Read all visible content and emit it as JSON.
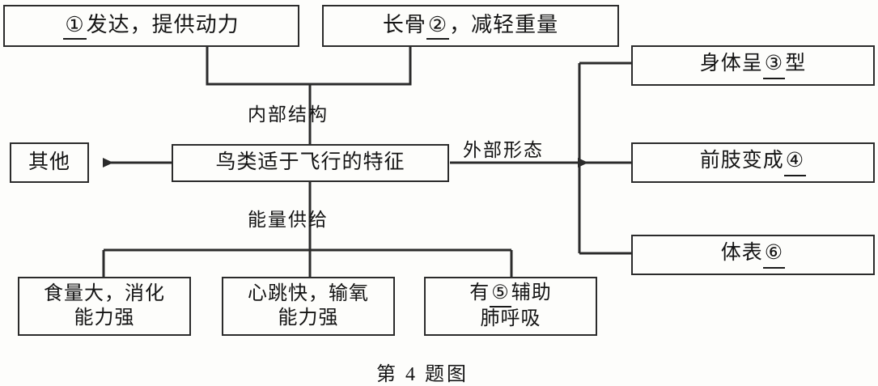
{
  "diagram": {
    "title_caption": "第 4 题图",
    "center_node": {
      "id": "center",
      "label": "鸟类适于飞行的特征"
    },
    "edge_labels": {
      "internal": "内部结构",
      "energy": "能量供给",
      "external": "外部形态"
    },
    "nodes": {
      "muscle": {
        "prefix": "",
        "blank": "①",
        "suffix": "发达，提供动力"
      },
      "bone": {
        "prefix": "长骨",
        "blank": "②",
        "suffix": "，减轻重量"
      },
      "body": {
        "prefix": "身体呈",
        "blank": "③",
        "suffix": "型"
      },
      "forelimb": {
        "prefix": "前肢变成",
        "blank": "④",
        "suffix": ""
      },
      "surface": {
        "prefix": "体表",
        "blank": "⑥",
        "suffix": ""
      },
      "other": {
        "label": "其他"
      },
      "eat": {
        "line1": "食量大，消化",
        "line2": "能力强"
      },
      "heart": {
        "line1": "心跳快，输氧",
        "line2": "能力强"
      },
      "lung": {
        "prefix": "有",
        "blank": "⑤",
        "suffix": "辅助",
        "line2": "肺呼吸"
      }
    },
    "colors": {
      "line": "#2b2b2b",
      "text": "#141414",
      "background": "#fdfdfb"
    }
  }
}
